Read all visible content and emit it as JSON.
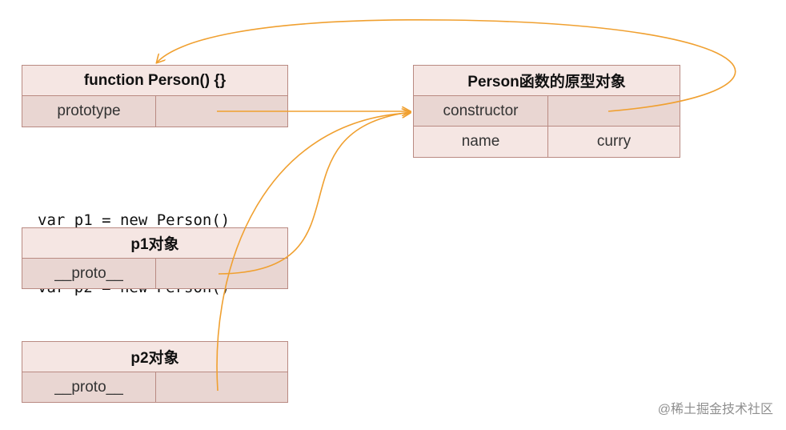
{
  "person_function": {
    "title": "function Person() {}",
    "rows": [
      {
        "key": "prototype",
        "value": ""
      }
    ]
  },
  "prototype_object": {
    "title": "Person函数的原型对象",
    "rows": [
      {
        "key": "constructor",
        "value": ""
      },
      {
        "key": "name",
        "value": "curry"
      }
    ]
  },
  "code": {
    "line1": "var p1 = new Person()",
    "line2": "var p2 = new Person()"
  },
  "p1_object": {
    "title": "p1对象",
    "rows": [
      {
        "key": "__proto__",
        "value": ""
      }
    ]
  },
  "p2_object": {
    "title": "p2对象",
    "rows": [
      {
        "key": "__proto__",
        "value": ""
      }
    ]
  },
  "watermark": "@稀土掘金技术社区",
  "colors": {
    "arrow": "#f0a030",
    "border": "#b98a82",
    "header_fill": "#f5e6e3",
    "row_fill": "#e9d6d2"
  }
}
